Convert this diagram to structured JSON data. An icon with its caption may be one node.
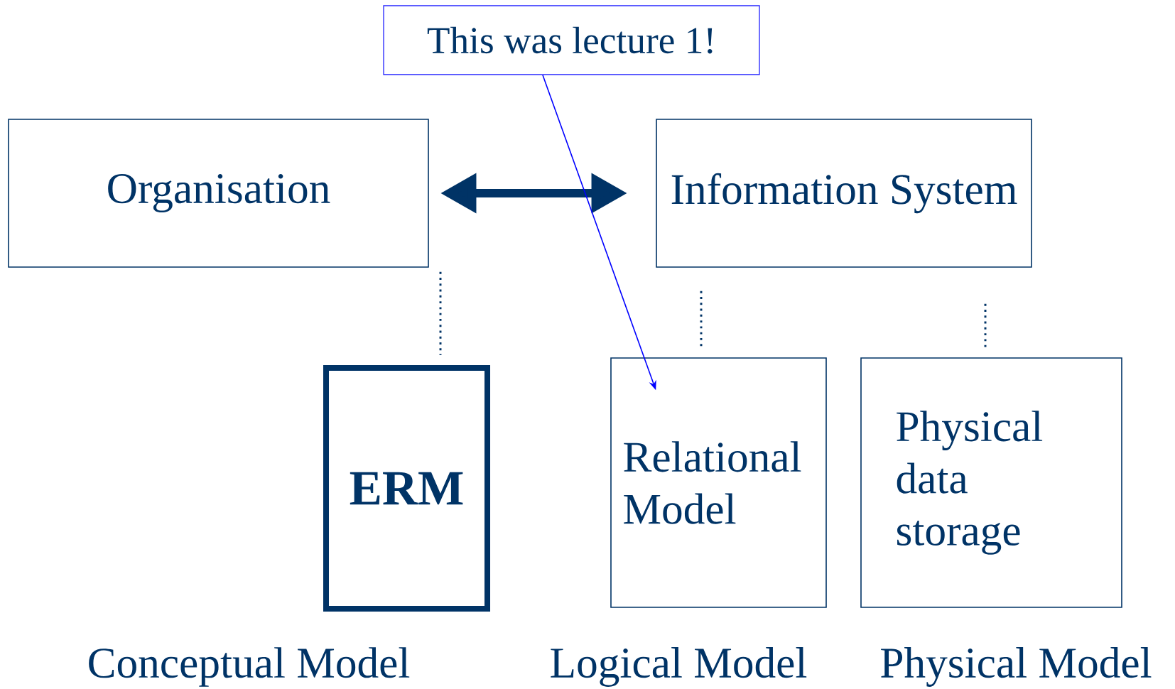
{
  "diagram": {
    "nodes": [
      {
        "text": [
          "This was lecture 1!"
        ]
      },
      {
        "text": [
          "Organisation"
        ]
      },
      {
        "text": [
          "Information System"
        ]
      },
      {
        "text": [
          "ERM"
        ]
      },
      {
        "text": [
          "Relational Model"
        ]
      },
      {
        "text": [
          "Physical data storage"
        ]
      }
    ],
    "edges": [
      {
        "from": 1,
        "to": 2,
        "arrow": "both",
        "style": "thick"
      },
      {
        "from": 1,
        "to": 3,
        "arrow": "none",
        "style": "dashed"
      },
      {
        "from": 2,
        "to": 4,
        "arrow": "none",
        "style": "dashed"
      },
      {
        "from": 2,
        "to": 5,
        "arrow": "none",
        "style": "dashed"
      },
      {
        "from": 0,
        "to": 4,
        "arrow": "to",
        "color": "#0000ff"
      }
    ],
    "labels": [
      "Conceptual Model",
      "Logical Model",
      "Physical Model"
    ]
  }
}
